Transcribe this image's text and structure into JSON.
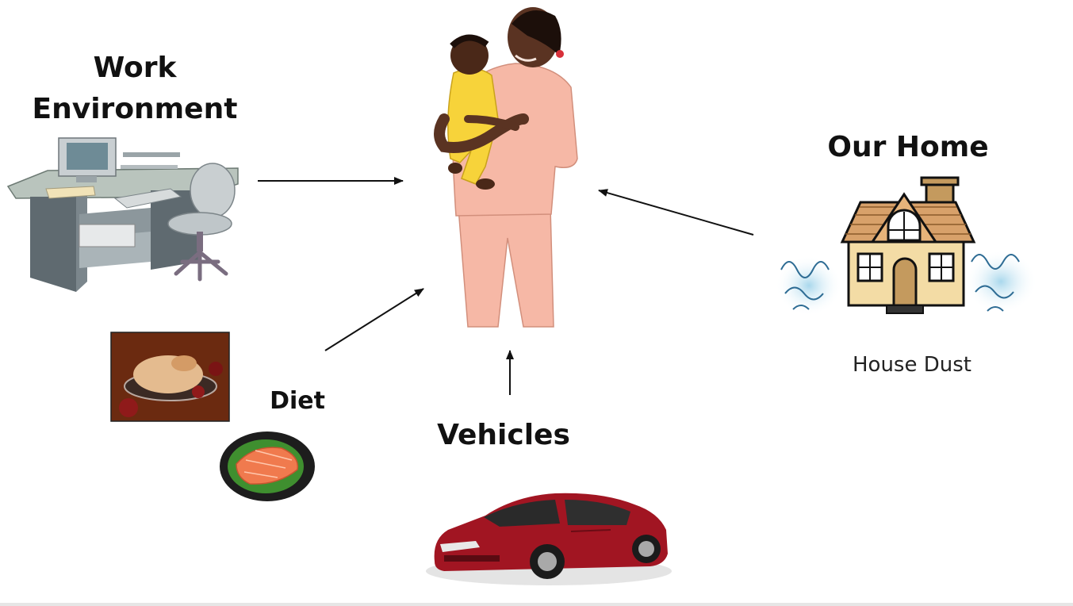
{
  "labels": {
    "work": "Work\nEnvironment",
    "home": "Our Home",
    "dust": "House Dust",
    "diet": "Diet",
    "vehicles": "Vehicles"
  },
  "colors": {
    "arrow": "#111111",
    "car": "#a11522",
    "pajama": "#f6b8a6",
    "skin": "#5a3322",
    "baby_outfit": "#f7d33a"
  },
  "icons": [
    "office-desk-icon",
    "mother-baby-figure",
    "house-icon",
    "roast-chicken-icon",
    "salmon-plate-icon",
    "car-icon"
  ]
}
